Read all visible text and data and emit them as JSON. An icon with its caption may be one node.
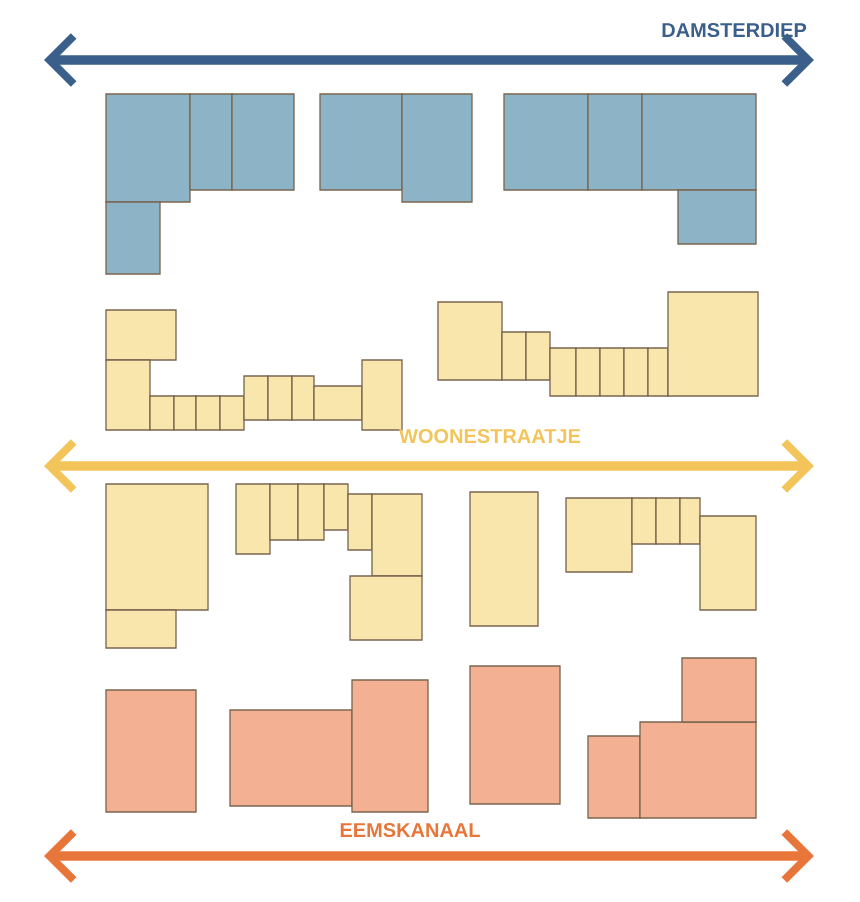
{
  "diagram": {
    "labels": [
      "DAMSTERDIEP",
      "WOONESTRAATJE",
      "EEMSKANAAL"
    ]
  }
}
